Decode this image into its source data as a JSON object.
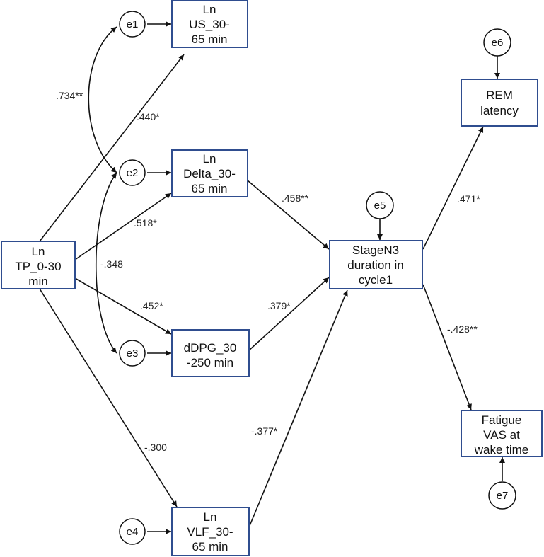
{
  "nodes": {
    "tp": [
      "Ln",
      "TP_0-30",
      "min"
    ],
    "us": [
      "Ln",
      "US_30-",
      "65 min"
    ],
    "delta": [
      "Ln",
      "Delta_30-",
      "65 min"
    ],
    "ddpg": [
      "dDPG_30",
      "-250 min"
    ],
    "vlf": [
      "Ln",
      "VLF_30-",
      "65 min"
    ],
    "stagen3": [
      "StageN3",
      "duration in",
      "cycle1"
    ],
    "rem": [
      "REM",
      "latency"
    ],
    "fatigue": [
      "Fatigue",
      "VAS at",
      "wake time"
    ]
  },
  "errors": {
    "e1": "e1",
    "e2": "e2",
    "e3": "e3",
    "e4": "e4",
    "e5": "e5",
    "e6": "e6",
    "e7": "e7"
  },
  "coefficients": {
    "cov_e1_e2": ".734**",
    "tp_us": ".440*",
    "tp_delta": ".518*",
    "cov_e2_e3": "-.348",
    "tp_ddpg": ".452*",
    "tp_vlf": "-.300",
    "delta_stagen3": ".458**",
    "ddpg_stagen3": ".379*",
    "vlf_stagen3": "-.377*",
    "stagen3_rem": ".471*",
    "stagen3_fatigue": "-.428**"
  }
}
